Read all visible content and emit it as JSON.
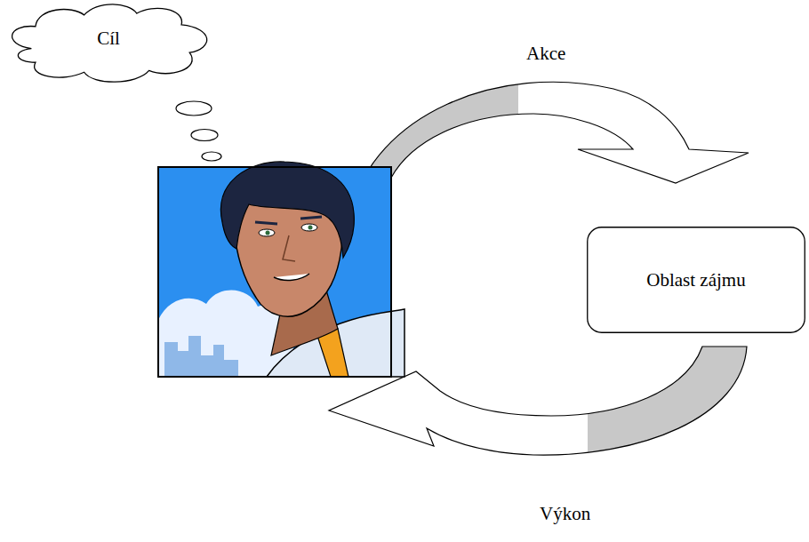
{
  "diagram": {
    "nodes": [
      {
        "text": [
          "Cíl"
        ]
      },
      {
        "text": [
          "Oblast zájmu"
        ]
      }
    ],
    "labels": [
      "Akce",
      "Výkon"
    ]
  }
}
